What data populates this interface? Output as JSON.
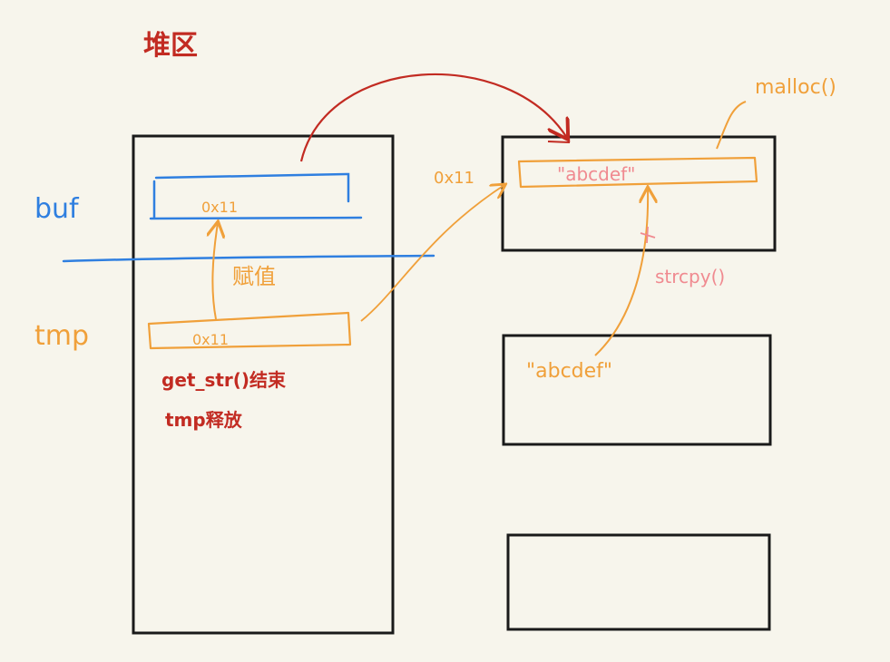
{
  "colors": {
    "red": "#c22b22",
    "blue": "#2f7fe0",
    "orange": "#f0a03a",
    "pink": "#f08a90",
    "black": "#1a1a1a",
    "background": "#f7f5ec"
  },
  "labels": {
    "heap_title": "堆区",
    "buf": "buf",
    "tmp": "tmp",
    "buf_value": "0x11",
    "tmp_value": "0x11",
    "assign": "赋值",
    "address": "0x11",
    "malloc": "malloc()",
    "heap_string": "\"abcdef\"",
    "strcpy": "strcpy()",
    "source_string": "\"abcdef\"",
    "note_line1": "get_str()结束",
    "note_line2": "tmp释放"
  }
}
